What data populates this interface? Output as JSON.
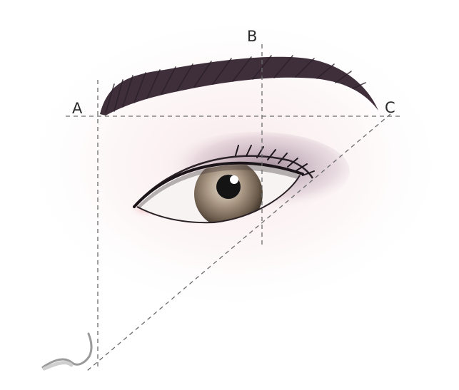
{
  "labels": {
    "a": "A",
    "b": "B",
    "c": "C"
  },
  "colors": {
    "guide_line": "#6b6b6b",
    "brow": "#3e2f3b",
    "shadow": "#4a3646",
    "iris": "#8a7a6a",
    "pupil": "#141414",
    "blush": "#f2c9cf"
  },
  "icons": {
    "eye": "eye-illustration",
    "brow": "eyebrow-illustration",
    "nose": "nose-outline"
  }
}
